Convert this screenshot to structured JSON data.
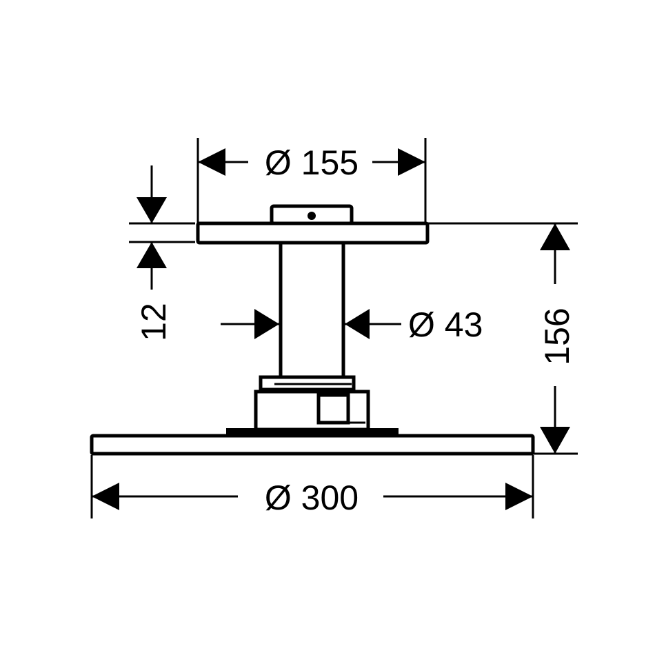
{
  "drawing": {
    "title": "Overhead shower with ceiling connector – dimensional drawing",
    "dimensions": {
      "top_plate_diameter": "Ø 155",
      "top_plate_thickness": "12",
      "pipe_diameter": "Ø 43",
      "total_height": "156",
      "shower_head_diameter": "Ø 300"
    },
    "colors": {
      "line": "#000000",
      "background": "#ffffff"
    }
  }
}
